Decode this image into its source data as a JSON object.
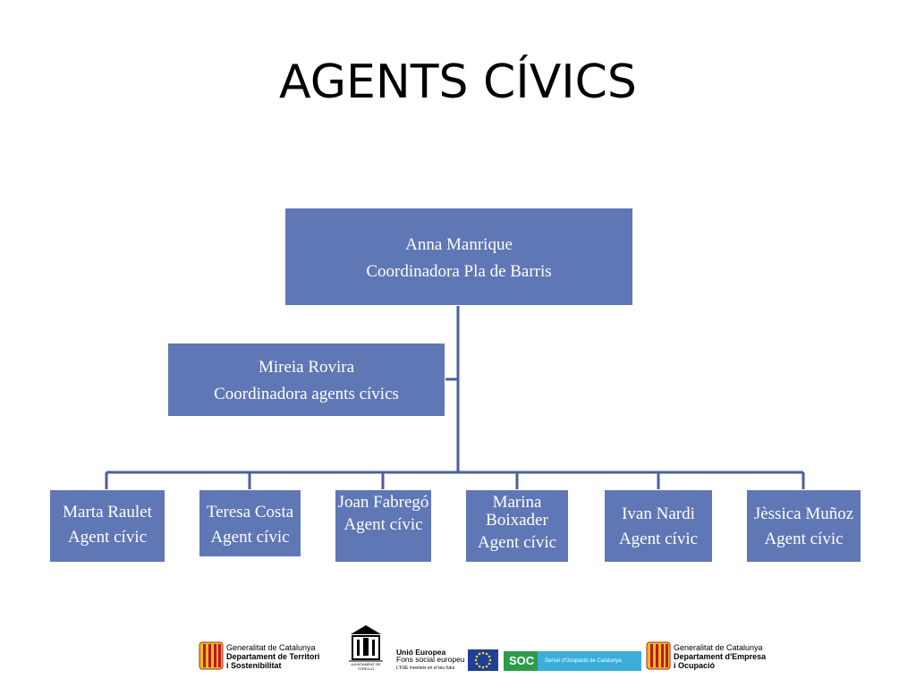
{
  "slide": {
    "title": "AGENTS CÍVICS"
  },
  "org": {
    "root": {
      "name": "Anna Manrique",
      "role": "Coordinadora Pla de Barris"
    },
    "assistant": {
      "name": "Mireia Rovira",
      "role": "Coordinadora agents cívics"
    },
    "members": [
      {
        "name": "Marta Raulet",
        "role": "Agent cívic"
      },
      {
        "name": "Teresa Costa",
        "role": "Agent cívic"
      },
      {
        "name": "Joan Fabregó",
        "role": "Agent cívic"
      },
      {
        "name": "Marina Boixader",
        "role": "Agent cívic"
      },
      {
        "name": "Ivan Nardi",
        "role": "Agent cívic"
      },
      {
        "name": "Jèssica Muñoz",
        "role": "Agent cívic"
      }
    ]
  },
  "footer": {
    "logo1": {
      "line1": "Generalitat de Catalunya",
      "line2": "Departament de Territori",
      "line3": "i Sostenibilitat"
    },
    "logo2": {
      "line1": "AJUNTAMENT",
      "line2": "DE TORELLÓ"
    },
    "logo3": {
      "line1": "Unió Europea",
      "line2": "Fons social europeu",
      "line3": "L'FSE inverteix en el teu futur"
    },
    "logo4": {
      "line1": "SOC",
      "line2": "Servei d'Ocupació de Catalunya"
    },
    "logo5": {
      "line1": "Generalitat de Catalunya",
      "line2": "Departament d'Empresa",
      "line3": "i Ocupació"
    }
  },
  "colors": {
    "box": "#6077b6",
    "line": "#4a5f9c"
  }
}
